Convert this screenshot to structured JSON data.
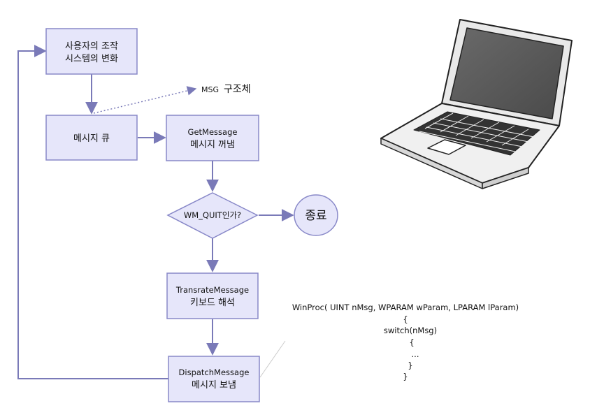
{
  "colors": {
    "box_fill": "#e6e6fa",
    "box_stroke": "#8888c8",
    "arrow": "#7a7ab8",
    "dotted_arrow": "#7a7ab8"
  },
  "nodes": {
    "user_action": {
      "line1": "사용자의 조작",
      "line2": "시스템의 변화"
    },
    "msg_struct": {
      "latin": "MSG",
      "korean": "구조체"
    },
    "message_queue": {
      "label": "메시지 큐"
    },
    "get_message": {
      "line1": "GetMessage",
      "line2": "메시지 꺼냄"
    },
    "wm_quit_check": {
      "label": "WM_QUIT인가?"
    },
    "end": {
      "label": "종료"
    },
    "translate_message": {
      "line1": "TransrateMessage",
      "line2": "키보드 해석"
    },
    "dispatch_message": {
      "line1": "DispatchMessage",
      "line2": "메시지 보냄"
    }
  },
  "code": {
    "lines": [
      "WinProc( UINT nMsg, WPARAM wParam, LPARAM lParam)",
      "{",
      "switch(nMsg)",
      "{",
      "...",
      "}",
      "}"
    ]
  },
  "laptop": {
    "icon": "laptop-icon"
  }
}
